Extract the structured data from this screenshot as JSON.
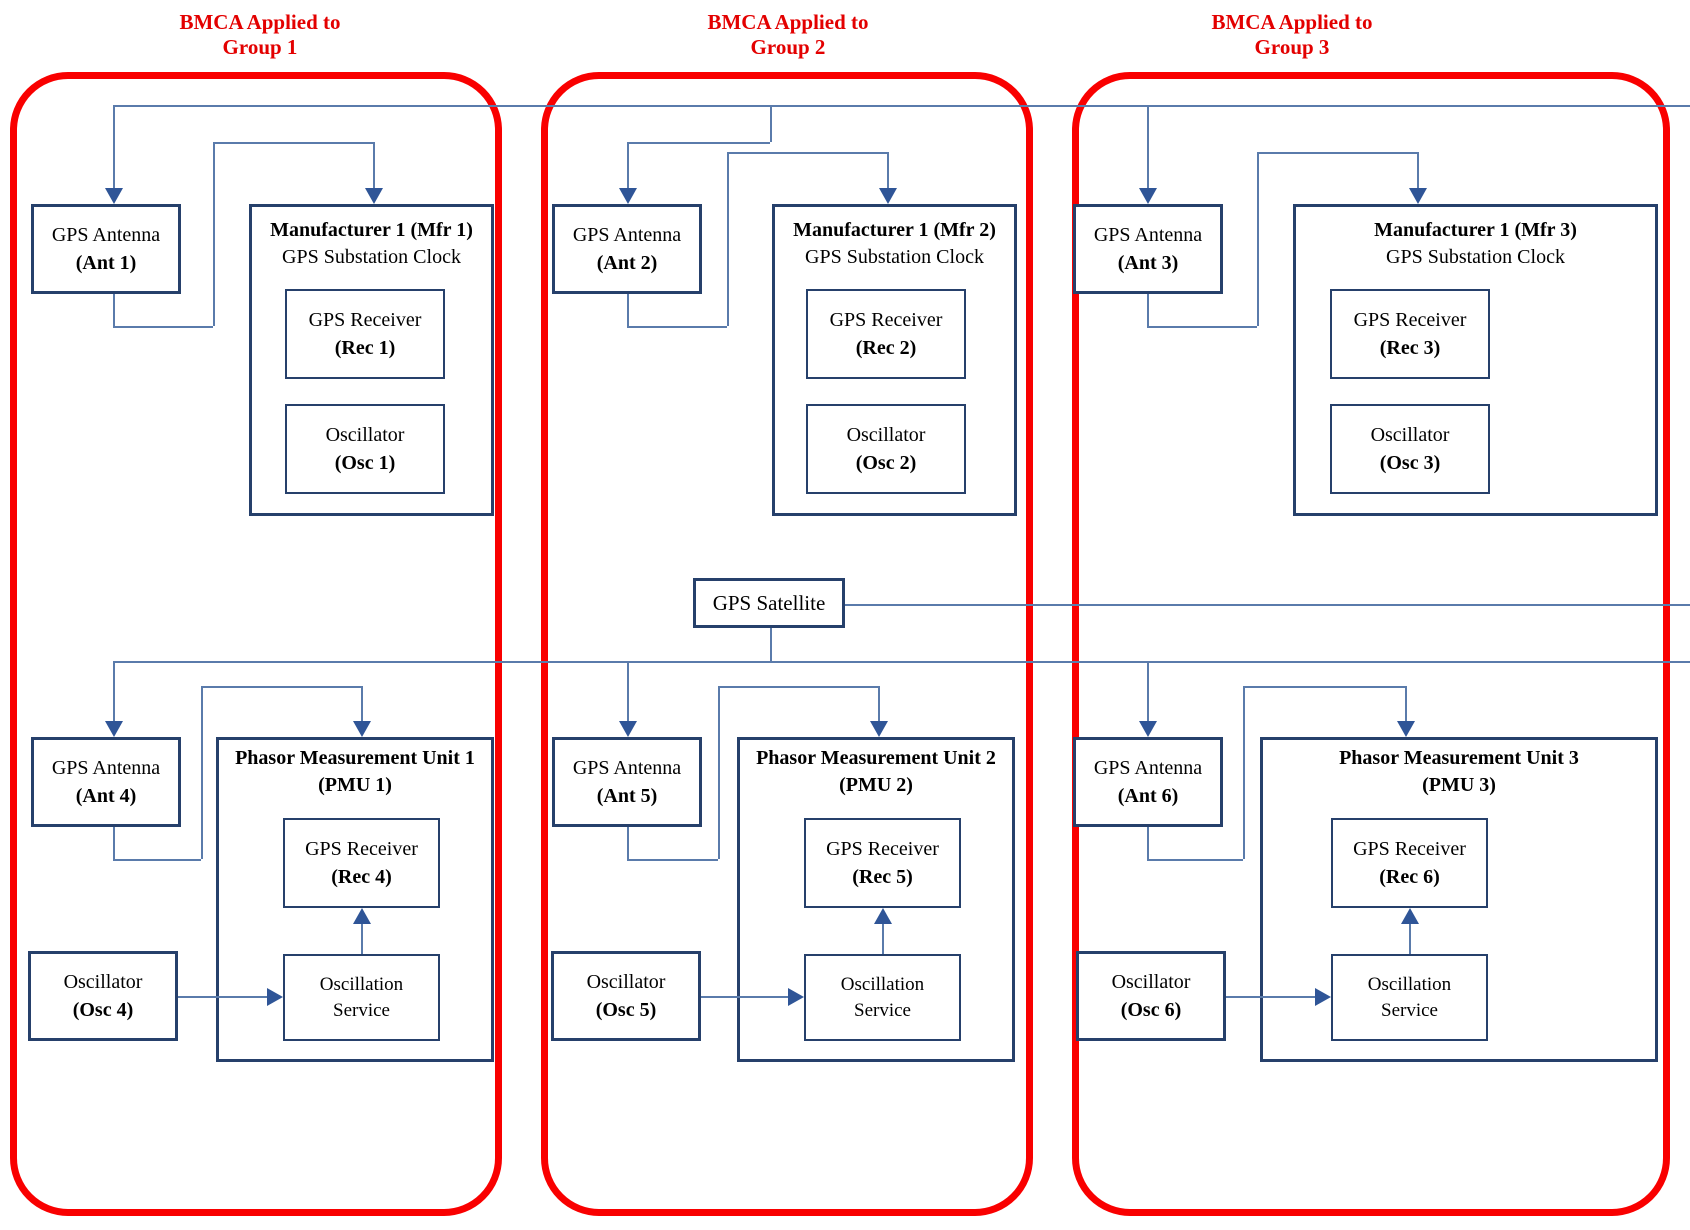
{
  "diagram": {
    "title_color": "#e30000",
    "box_border_color": "#26406b",
    "connector_color": "#5a7bab",
    "arrow_color": "#2f5597"
  },
  "group_titles": [
    {
      "text": "BMCA Applied to\nGroup 1"
    },
    {
      "text": "BMCA Applied to\nGroup 2"
    },
    {
      "text": "BMCA Applied to\nGroup 3"
    }
  ],
  "satellite": {
    "label": "GPS Satellite"
  },
  "groups": [
    {
      "id": "group-1",
      "top_antenna": {
        "line1": "GPS Antenna",
        "line2": "(Ant 1)"
      },
      "clock": {
        "title": "Manufacturer 1 (Mfr 1)",
        "subtitle": "GPS Substation Clock"
      },
      "clock_receiver": {
        "line1": "GPS Receiver",
        "line2": "(Rec 1)"
      },
      "clock_oscillator": {
        "line1": "Oscillator",
        "line2": "(Osc 1)"
      },
      "bottom_antenna": {
        "line1": "GPS Antenna",
        "line2": "(Ant 4)"
      },
      "pmu": {
        "title": "Phasor Measurement Unit 1",
        "subtitle": "(PMU 1)"
      },
      "pmu_receiver": {
        "line1": "GPS Receiver",
        "line2": "(Rec 4)"
      },
      "ext_oscillator": {
        "line1": "Oscillator",
        "line2": "(Osc 4)"
      },
      "osc_service": {
        "line1": "Oscillation",
        "line2": "Service"
      }
    },
    {
      "id": "group-2",
      "top_antenna": {
        "line1": "GPS Antenna",
        "line2": "(Ant 2)"
      },
      "clock": {
        "title": "Manufacturer 1 (Mfr 2)",
        "subtitle": "GPS Substation Clock"
      },
      "clock_receiver": {
        "line1": "GPS Receiver",
        "line2": "(Rec 2)"
      },
      "clock_oscillator": {
        "line1": "Oscillator",
        "line2": "(Osc 2)"
      },
      "bottom_antenna": {
        "line1": "GPS Antenna",
        "line2": "(Ant 5)"
      },
      "pmu": {
        "title": "Phasor Measurement Unit 2",
        "subtitle": "(PMU 2)"
      },
      "pmu_receiver": {
        "line1": "GPS Receiver",
        "line2": "(Rec 5)"
      },
      "ext_oscillator": {
        "line1": "Oscillator",
        "line2": "(Osc 5)"
      },
      "osc_service": {
        "line1": "Oscillation",
        "line2": "Service"
      }
    },
    {
      "id": "group-3",
      "top_antenna": {
        "line1": "GPS Antenna",
        "line2": "(Ant 3)"
      },
      "clock": {
        "title": "Manufacturer 1 (Mfr 3)",
        "subtitle": "GPS Substation Clock"
      },
      "clock_receiver": {
        "line1": "GPS Receiver",
        "line2": "(Rec 3)"
      },
      "clock_oscillator": {
        "line1": "Oscillator",
        "line2": "(Osc 3)"
      },
      "bottom_antenna": {
        "line1": "GPS Antenna",
        "line2": "(Ant 6)"
      },
      "pmu": {
        "title": "Phasor Measurement Unit 3",
        "subtitle": "(PMU 3)"
      },
      "pmu_receiver": {
        "line1": "GPS Receiver",
        "line2": "(Rec 6)"
      },
      "ext_oscillator": {
        "line1": "Oscillator",
        "line2": "(Osc 6)"
      },
      "osc_service": {
        "line1": "Oscillation",
        "line2": "Service"
      }
    }
  ]
}
